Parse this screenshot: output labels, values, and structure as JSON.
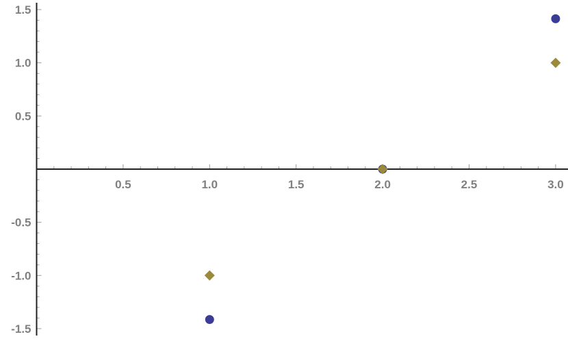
{
  "chart_data": {
    "type": "scatter",
    "title": "",
    "xlabel": "",
    "ylabel": "",
    "xlim": [
      0,
      3.0
    ],
    "ylim": [
      -1.5,
      1.5
    ],
    "grid": false,
    "x_ticks": [
      0.5,
      1.0,
      1.5,
      2.0,
      2.5,
      3.0
    ],
    "x_tick_labels": [
      "0.5",
      "1.0",
      "1.5",
      "2.0",
      "2.5",
      "3.0"
    ],
    "y_ticks": [
      -1.5,
      -1.0,
      -0.5,
      0.5,
      1.0,
      1.5
    ],
    "y_tick_labels": [
      "-1.5",
      "-1.0",
      "-0.5",
      "0.5",
      "1.0",
      "1.5"
    ],
    "series": [
      {
        "marker": "circle",
        "color": "#3b3c96",
        "points": [
          {
            "x": 1,
            "y": -1.414
          },
          {
            "x": 2,
            "y": 0
          },
          {
            "x": 3,
            "y": 1.414
          }
        ]
      },
      {
        "marker": "diamond",
        "color": "#9b8a3a",
        "points": [
          {
            "x": 1,
            "y": -1
          },
          {
            "x": 2,
            "y": 0
          },
          {
            "x": 3,
            "y": 1
          }
        ]
      }
    ]
  }
}
